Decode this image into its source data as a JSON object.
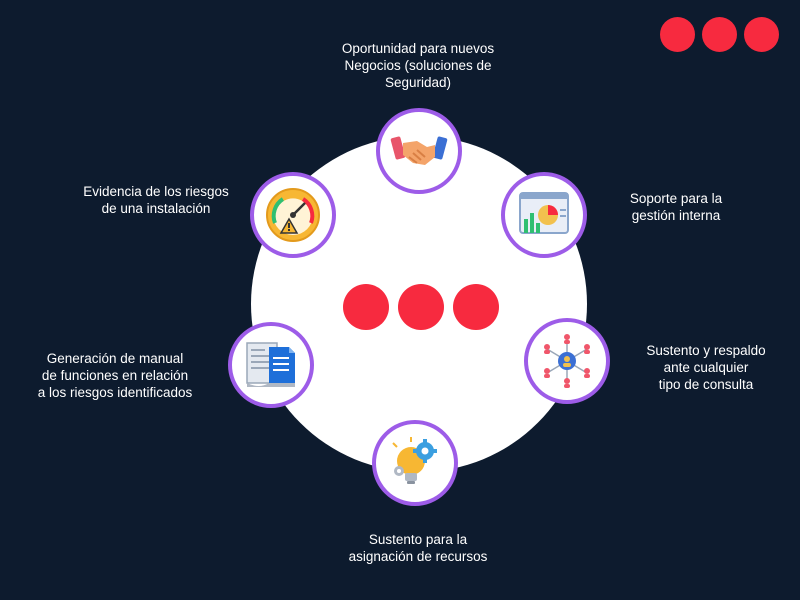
{
  "colors": {
    "background": "#0d1b2e",
    "accent_red": "#f72a3f",
    "ring_purple": "#9d5ce8",
    "circle_white": "#ffffff"
  },
  "nodes": [
    {
      "icon": "handshake-icon",
      "label": "Oportunidad para nuevos\nNegocios (soluciones de\nSeguridad)"
    },
    {
      "icon": "dashboard-chart-icon",
      "label": "Soporte para la\ngestión interna"
    },
    {
      "icon": "people-network-icon",
      "label": "Sustento y respaldo\nante cualquier\ntipo de consulta"
    },
    {
      "icon": "lightbulb-gear-icon",
      "label": "Sustento para la\nasignación de recursos"
    },
    {
      "icon": "documents-icon",
      "label": "Generación de manual\nde funciones en relación\na los riesgos identificados"
    },
    {
      "icon": "risk-gauge-icon",
      "label": "Evidencia de los riesgos\nde una instalación"
    }
  ]
}
